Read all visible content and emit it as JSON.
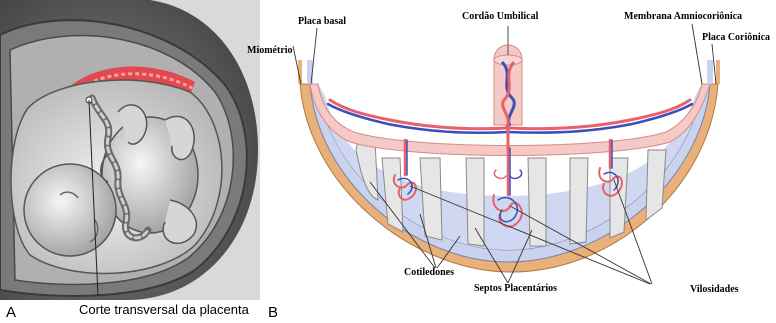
{
  "panel_a": {
    "letter": "A",
    "caption": "Corte transversal da placenta"
  },
  "panel_b": {
    "letter": "B",
    "labels": {
      "placa_basal": "Placa basal",
      "cordao_umbilical": "Cordão Umbilical",
      "membrana": "Membrana  Amniocoriônica",
      "miometrio": "Miométrio",
      "placa_corionica": "Placa Coriônica",
      "cotiledones": "Cotiledones",
      "septos": "Septos Placentários",
      "vilosidades": "Vilosidades"
    }
  },
  "colors": {
    "artery": "#e8606a",
    "vein": "#3a4fb8",
    "intervillous": "#cdd6ee",
    "myometrium": "#e9b07a",
    "septum": "#e6e6e6",
    "chorionic": "#f4c9c6"
  }
}
